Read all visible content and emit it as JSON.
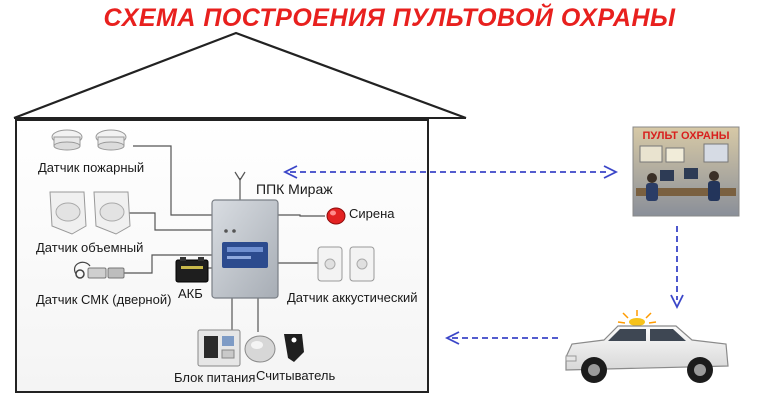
{
  "title": "СХЕМА ПОСТРОЕНИЯ ПУЛЬТОВОЙ ОХРАНЫ",
  "devices": {
    "fire_sensor": "Датчик пожарный",
    "volume_sensor": "Датчик объемный",
    "door_sensor": "Датчик СМК (дверной)",
    "battery": "АКБ",
    "panel": "ППК Мираж",
    "siren": "Сирена",
    "acoustic_sensor": "Датчик аккустический",
    "power_supply": "Блок питания",
    "reader": "Считыватель"
  },
  "station": {
    "label": "ПУЛЬТ ОХРАНЫ"
  },
  "colors": {
    "title": "#e8201e",
    "arrow": "#3b46c8",
    "house": "#222222"
  }
}
